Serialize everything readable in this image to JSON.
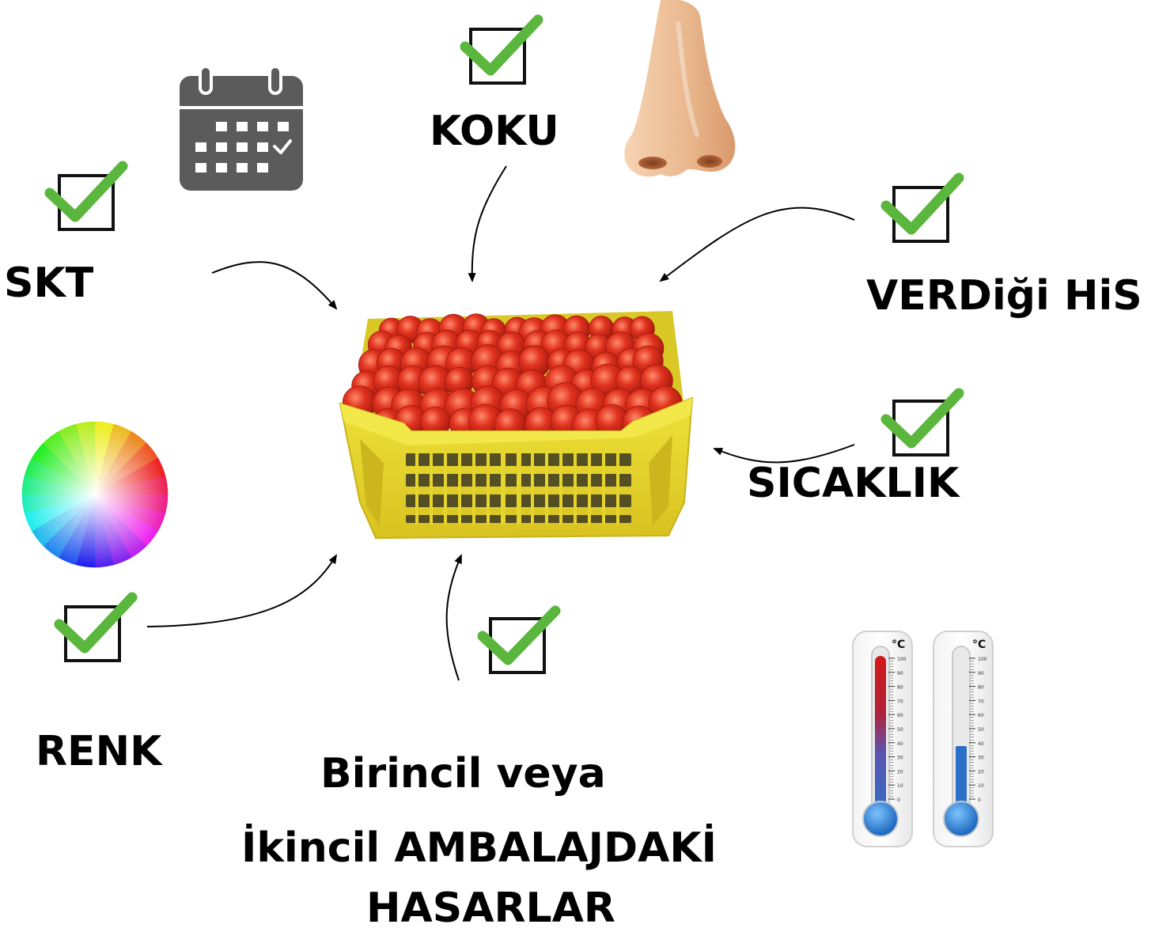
{
  "labels": {
    "skt": "SKT",
    "koku": "KOKU",
    "verdigi_his": "VERDiği HiS",
    "sicaklik": "SICAKLIK",
    "renk": "RENK",
    "packaging_line1": "Birincil veya",
    "packaging_line2": "İkincil AMBALAJDAKİ",
    "packaging_line3": "HASARLAR"
  },
  "thermometer_scale": {
    "unit": "°C",
    "ticks": [
      "100",
      "90",
      "80",
      "70",
      "60",
      "50",
      "40",
      "30",
      "20",
      "10",
      "0"
    ]
  },
  "colors": {
    "check": "#5ab63c",
    "crate": "#e8d52a",
    "tomato": "#e0321f",
    "calendar": "#5b5b5b"
  }
}
